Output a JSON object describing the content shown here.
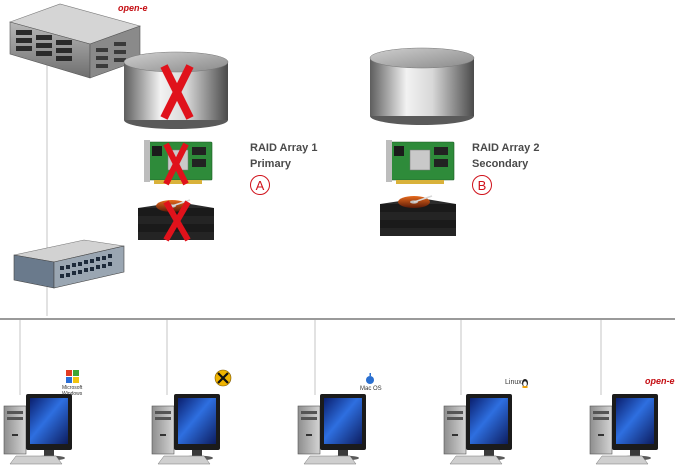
{
  "brand": {
    "server_logo": "open-e",
    "client_logo": "open-e",
    "accent_color": "#c40b10"
  },
  "raid": [
    {
      "title": "RAID Array 1",
      "role": "Primary",
      "badge": "A",
      "failed": true,
      "failure_mark_color": "#e0121b",
      "badge_color": "#d0121b"
    },
    {
      "title": "RAID Array 2",
      "role": "Secondary",
      "badge": "B",
      "failed": false,
      "badge_color": "#d0121b"
    }
  ],
  "clients": [
    {
      "os_icon": "windows-logo-icon",
      "os_label": "Microsoft Windows"
    },
    {
      "os_icon": "x-logo-icon",
      "os_label": ""
    },
    {
      "os_icon": "apple-logo-icon",
      "os_label": "Mac OS"
    },
    {
      "os_icon": "linux-penguin-icon",
      "os_label": "Linux"
    },
    {
      "os_icon": "open-e-logo-icon",
      "os_label": "open-e"
    }
  ]
}
